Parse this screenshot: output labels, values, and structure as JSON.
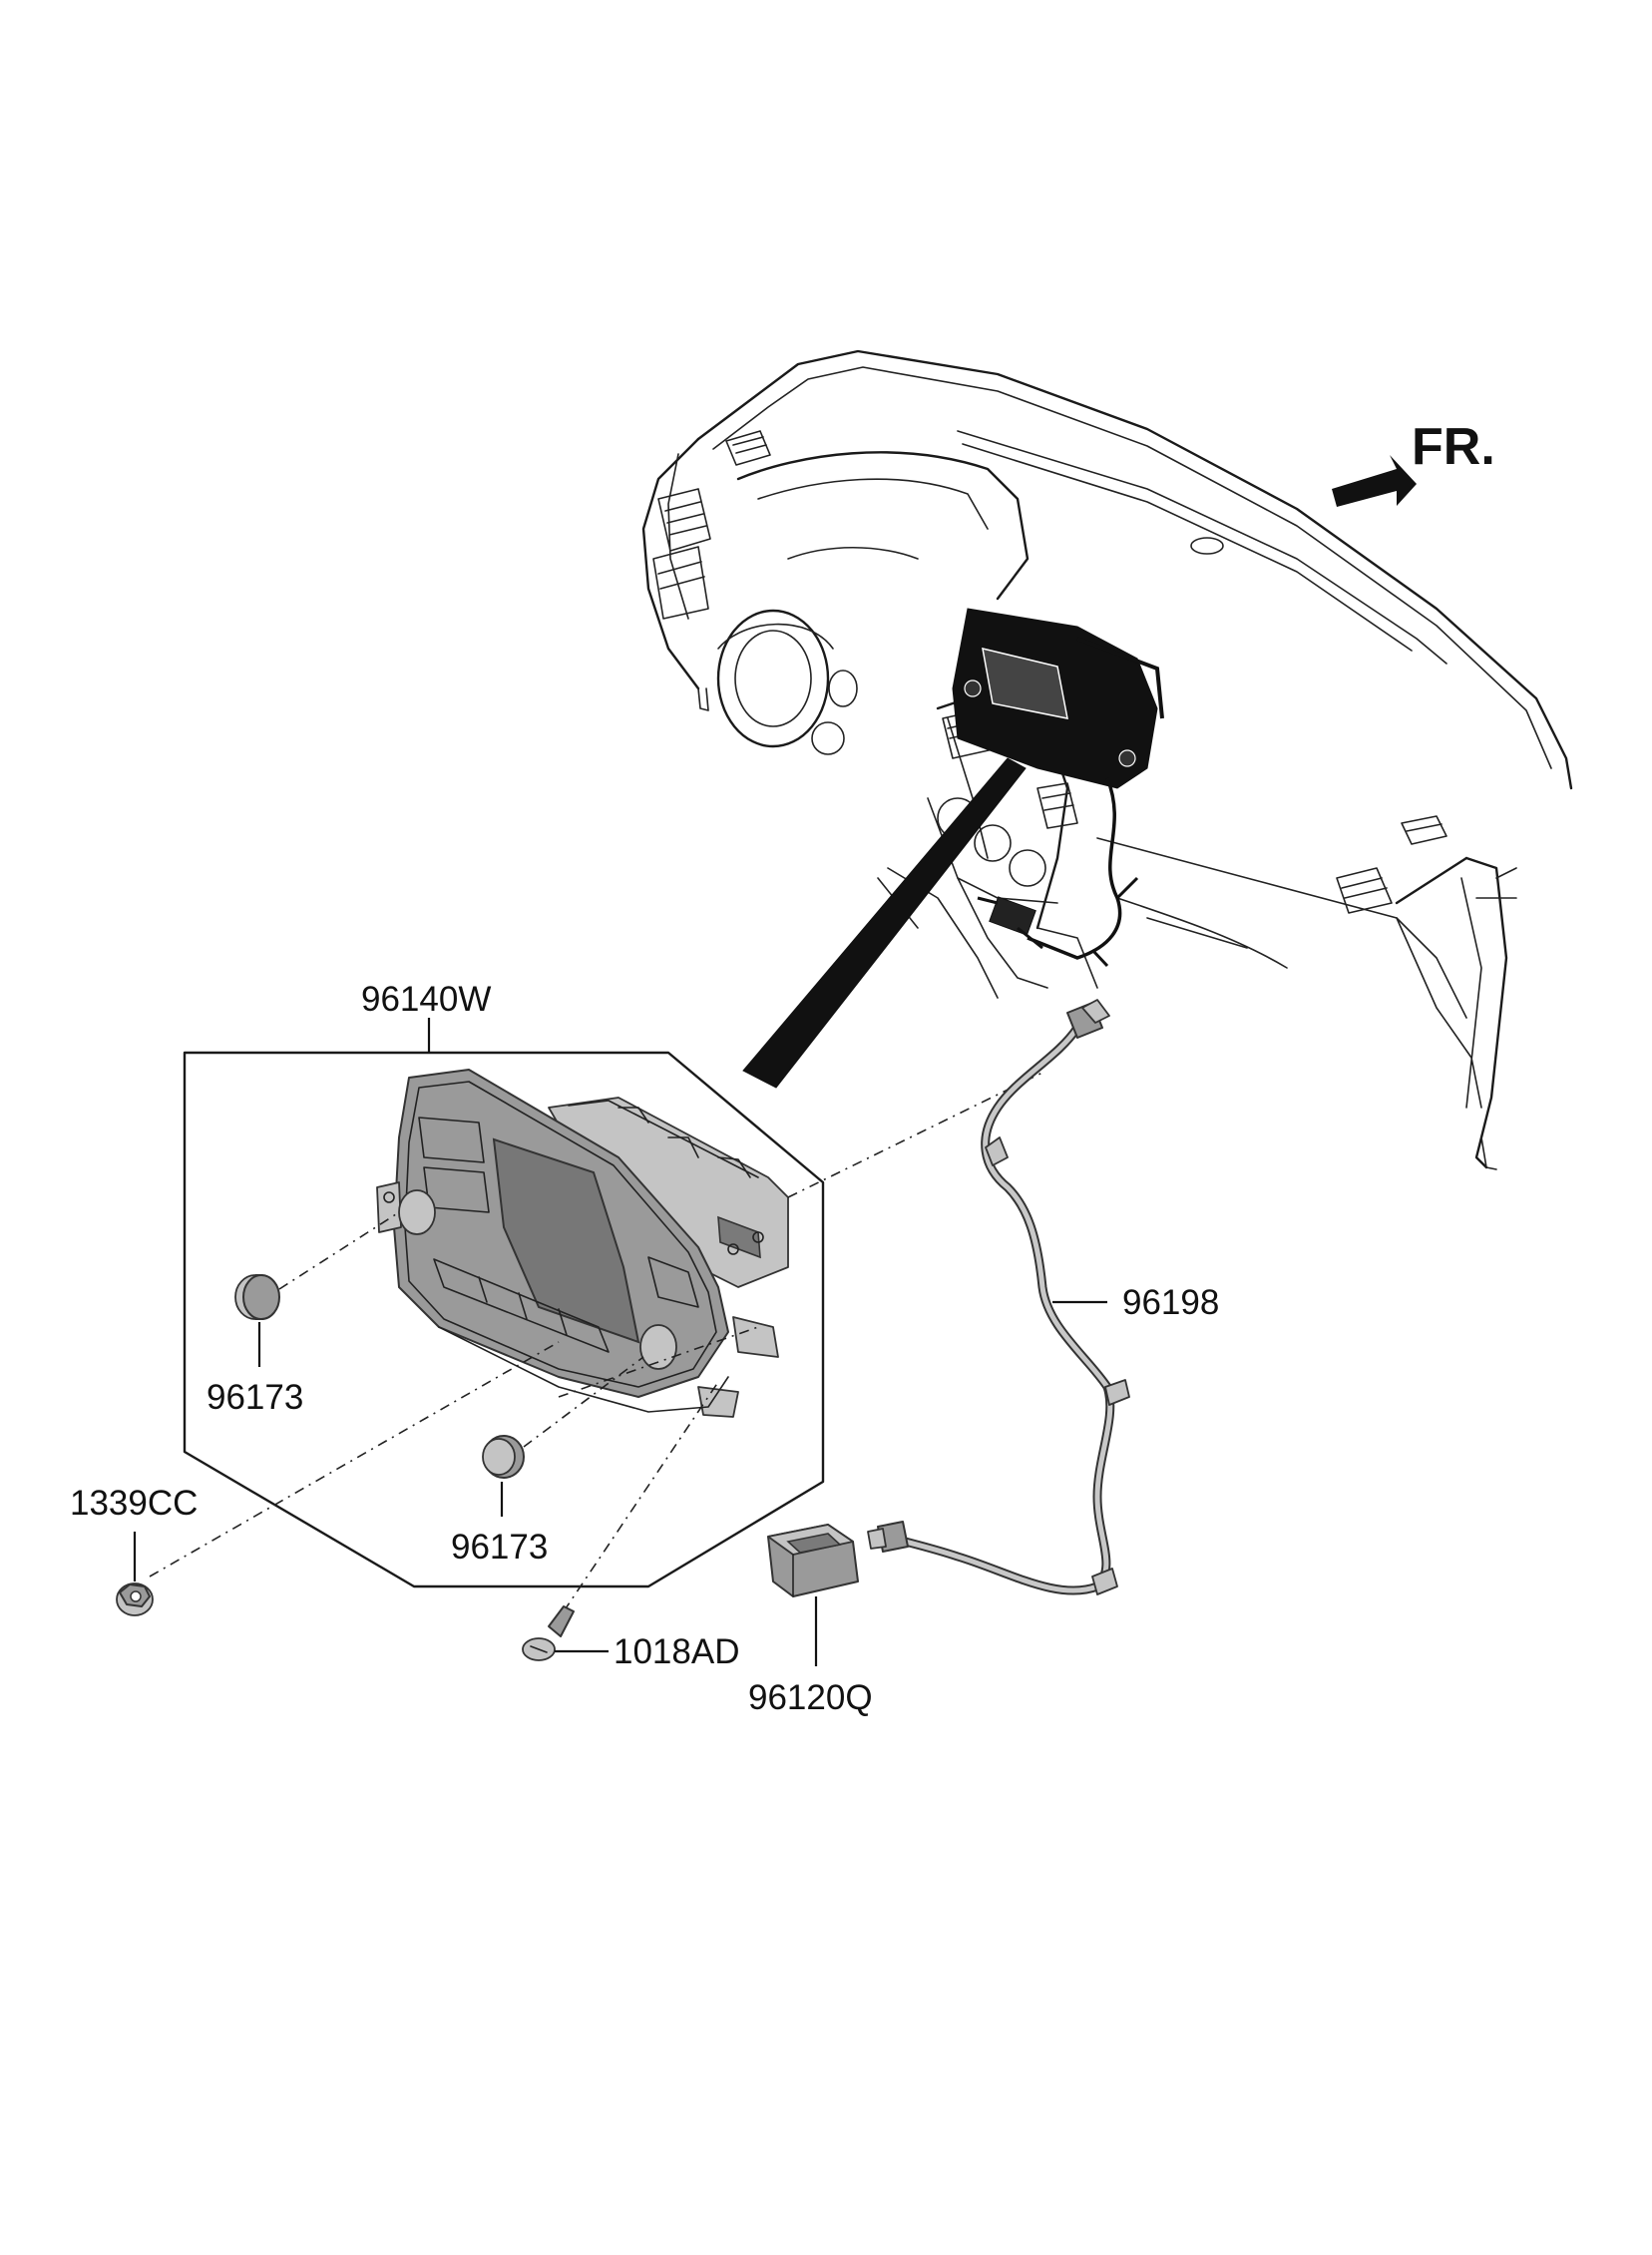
{
  "orientation": {
    "label": "FR.",
    "icon": "front-direction-arrow-icon"
  },
  "parts": {
    "head_unit": "96140W",
    "knob_left": "96173",
    "knob_right": "96173",
    "wiring_harness": "96198",
    "nut": "1339CC",
    "screw": "1018AD",
    "usb_jack": "96120Q"
  },
  "colors": {
    "line": "#1a1a1a",
    "part_fill": "#9a9a9a",
    "part_fill_light": "#c4c4c4",
    "highlight": "#111111"
  }
}
